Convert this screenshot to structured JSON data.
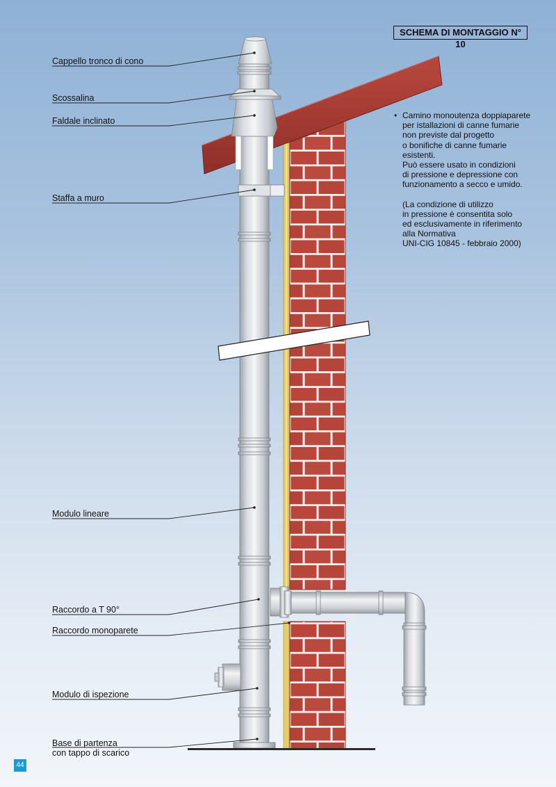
{
  "title": "SCHEMA DI MONTAGGIO N° 10",
  "labels": {
    "cappello": "Cappello tronco di cono",
    "scossalina": "Scossalina",
    "faldale": "Faldale inclinato",
    "staffa": "Staffa a muro",
    "modulo_lineare": "Modulo lineare",
    "raccordo_t": "Raccordo a T 90°",
    "raccordo_mono": "Raccordo monoparete",
    "ispezione": "Modulo di ispezione",
    "base_line1": "Base di partenza",
    "base_line2": "con tappo di scarico"
  },
  "description": {
    "bullet": "•",
    "lines": [
      "Camino monoutenza doppiaparete",
      "per istallazioni di canne fumarie",
      "non previste dal progetto",
      "o bonifiche di canne fumarie",
      "esistenti.",
      "Può essere usato in condizioni",
      "di pressione e depressione con",
      "funzionamento a secco e umido."
    ],
    "note_lines": [
      "(La condizione di utilizzo",
      "in pressione è consentita solo",
      "ed esclusivamente in riferimento",
      "alla Normativa",
      "UNI-CIG 10845 - febbraio 2000)"
    ]
  },
  "page_number": "44",
  "colors": {
    "brick": "#b8463b",
    "mortar": "#f1f1f1",
    "roof": "#a83b33",
    "pipe_light": "#eef0f2",
    "pipe_dark": "#a8adb3",
    "insulation": "#e6cf6a",
    "accent": "#1a9ad6"
  }
}
